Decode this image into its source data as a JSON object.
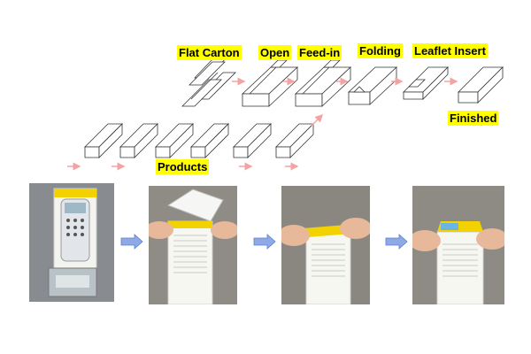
{
  "labels": {
    "flat_carton": "Flat Carton",
    "open": "Open",
    "feed_in": "Feed-in",
    "folding": "Folding",
    "leaflet_insert": "Leaflet Insert",
    "finished": "Finished",
    "products": "Products"
  },
  "colors": {
    "highlight": "#ffff00",
    "process_arrow": "#f4a3a3",
    "photo_arrow": "#6b8fd6",
    "box_outline": "#333333",
    "product_box_face": "#ffffff",
    "product_box_edge": "#f2d200"
  },
  "photos": [
    {
      "id": "product",
      "icon": "remote-control-package-photo"
    },
    {
      "id": "open",
      "icon": "hands-opening-carton-photo"
    },
    {
      "id": "folding",
      "icon": "hands-folding-carton-photo"
    },
    {
      "id": "finished",
      "icon": "hands-finished-carton-photo"
    }
  ]
}
